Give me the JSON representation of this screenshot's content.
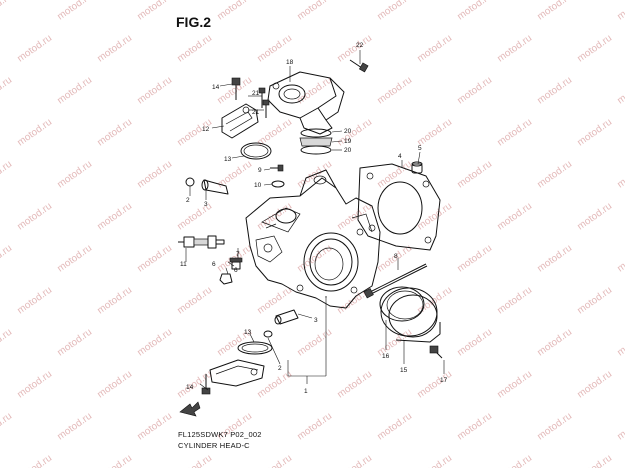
{
  "figure": {
    "title": "FIG.2"
  },
  "footer": {
    "code": "FL125SDWK7 P02_002",
    "caption": "CYLINDER HEAD-C"
  },
  "watermark": {
    "text": "motod.ru"
  },
  "callouts": [
    "22",
    "18",
    "14",
    "21",
    "12",
    "21",
    "20",
    "19",
    "20",
    "13",
    "9",
    "10",
    "2",
    "3",
    "4",
    "5",
    "6",
    "11",
    "7",
    "6",
    "8",
    "3",
    "13",
    "2",
    "16",
    "15",
    "17",
    "1",
    "14"
  ]
}
